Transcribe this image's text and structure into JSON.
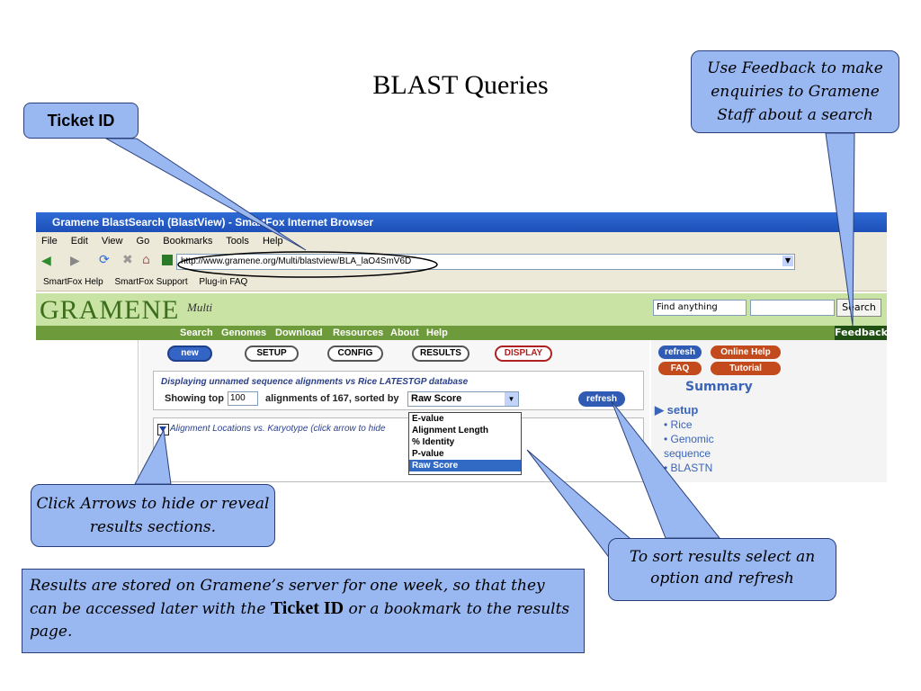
{
  "slide": {
    "title": "BLAST Queries",
    "callouts": {
      "ticket": "Ticket ID",
      "feedback": "Use Feedback to make enquiries to Gramene Staff about a search",
      "arrows": "Click Arrows to hide or reveal results sections.",
      "sort": "To sort results select an option and refresh",
      "results_pre": "Results are stored on Gramene’s server for one week, so that they can be accessed later with the",
      "results_bold": "Ticket ID",
      "results_post": "or a bookmark to the results page."
    }
  },
  "browser": {
    "window_title": "Gramene BlastSearch (BlastView) - SmartFox Internet Browser",
    "menu": [
      "File",
      "Edit",
      "View",
      "Go",
      "Bookmarks",
      "Tools",
      "Help"
    ],
    "url": "http://www.gramene.org/Multi/blastview/BLA_laO4SmV6D",
    "bookmarks": [
      "SmartFox Help",
      "SmartFox Support",
      "Plug-in FAQ"
    ]
  },
  "site": {
    "logo": "GRAMENE",
    "subtitle": "Multi",
    "find_select": "Find anything",
    "search_button": "Search",
    "nav": [
      "Search",
      "Genomes",
      "Download",
      "Resources",
      "About",
      "Help"
    ],
    "feedback": "Feedback"
  },
  "blast": {
    "steps": [
      "new",
      "SETUP",
      "CONFIG",
      "RESULTS",
      "DISPLAY"
    ],
    "display_line": "Displaying unnamed sequence alignments vs Rice LATESTGP database",
    "showing_top": "Showing top",
    "top_value": "100",
    "alignments_text": "alignments of 167, sorted by",
    "sort_selected": "Raw Score",
    "sort_options": [
      "E-value",
      "Alignment Length",
      "% Identity",
      "P-value",
      "Raw Score"
    ],
    "refresh": "refresh",
    "alignment_locations": "Alignment Locations vs. Karyotype (click arrow to hide"
  },
  "sidebar": {
    "refresh": "refresh",
    "online_help": "Online Help",
    "faq": "FAQ",
    "tutorial": "Tutorial",
    "summary": "Summary",
    "setup": "setup",
    "items": [
      "Rice",
      "Genomic sequence",
      "BLASTN"
    ]
  }
}
